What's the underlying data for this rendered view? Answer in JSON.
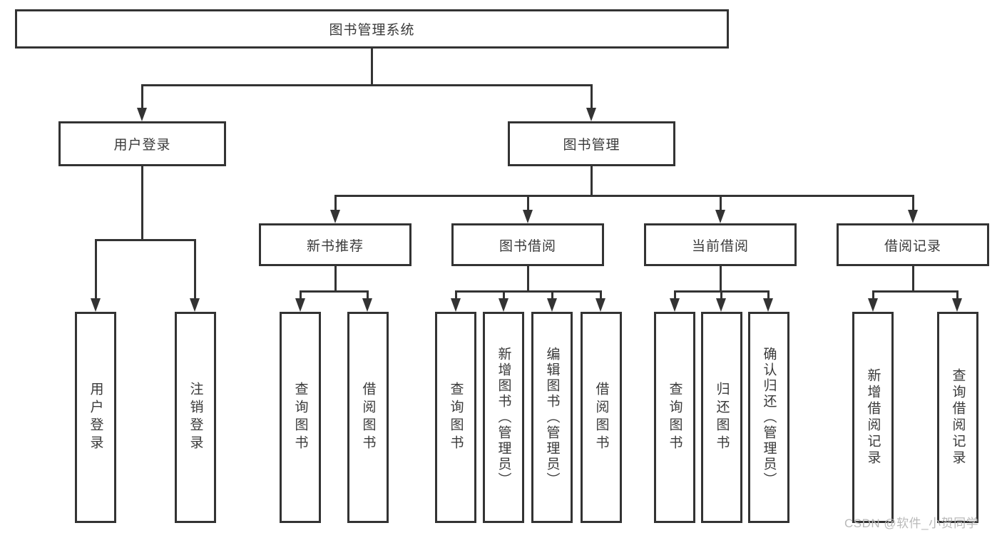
{
  "diagram": {
    "root": {
      "label": "图书管理系统"
    },
    "modules": [
      {
        "label": "用户登录",
        "features": [
          "用户登录",
          "注销登录"
        ]
      },
      {
        "label": "图书管理",
        "submodules": [
          {
            "label": "新书推荐",
            "features": [
              "查询图书",
              "借阅图书"
            ]
          },
          {
            "label": "图书借阅",
            "features": [
              "查询图书",
              "新增图书（管理员）",
              "编辑图书（管理员）",
              "借阅图书"
            ]
          },
          {
            "label": "当前借阅",
            "features": [
              "查询图书",
              "归还图书",
              "确认归还（管理员）"
            ]
          },
          {
            "label": "借阅记录",
            "features": [
              "新增借阅记录",
              "查询借阅记录"
            ]
          }
        ]
      }
    ]
  },
  "watermark": {
    "text": "CSDN @软件_小贺同学"
  },
  "colors": {
    "line": "#333333",
    "box_background": "#ffffff",
    "text": "#3a3a3a",
    "watermark": "#b9b9b9"
  }
}
